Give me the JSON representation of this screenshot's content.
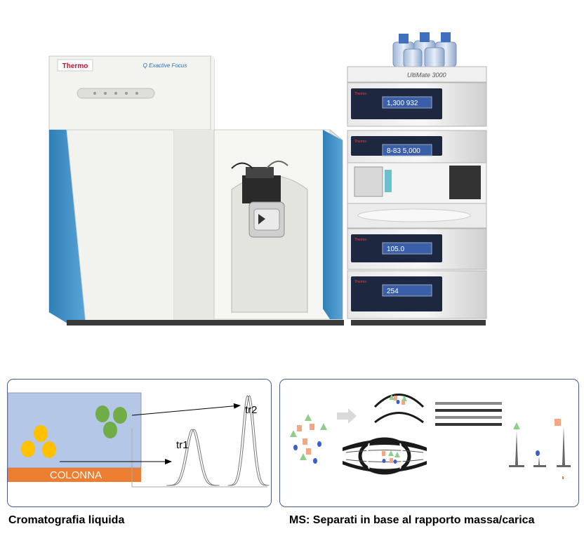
{
  "instrument": {
    "ms_brand": "Thermo",
    "ms_model": "Q Exactive Focus",
    "hplc_model": "UltiMate 3000",
    "module_displays": [
      {
        "left": "1,300",
        "right": "932"
      },
      {
        "left": "8-83",
        "right": "5,000"
      },
      {
        "left": "105.0",
        "right": ""
      },
      {
        "left": "254",
        "right": ""
      }
    ]
  },
  "lc_panel": {
    "column_label": "COLONNA",
    "peak1_label": "tr1",
    "peak2_label": "tr2",
    "caption": "Cromatografia liquida",
    "colors": {
      "column_bg": "#b4c7e7",
      "column_bar": "#ed7d31",
      "analyte1": "#ffc000",
      "analyte2": "#70ad47"
    }
  },
  "ms_panel": {
    "caption": "MS: Separati in base al rapporto massa/carica",
    "colors": {
      "triangle": "#8fce8a",
      "square": "#f4a582",
      "circle": "#3a5fcd"
    }
  }
}
